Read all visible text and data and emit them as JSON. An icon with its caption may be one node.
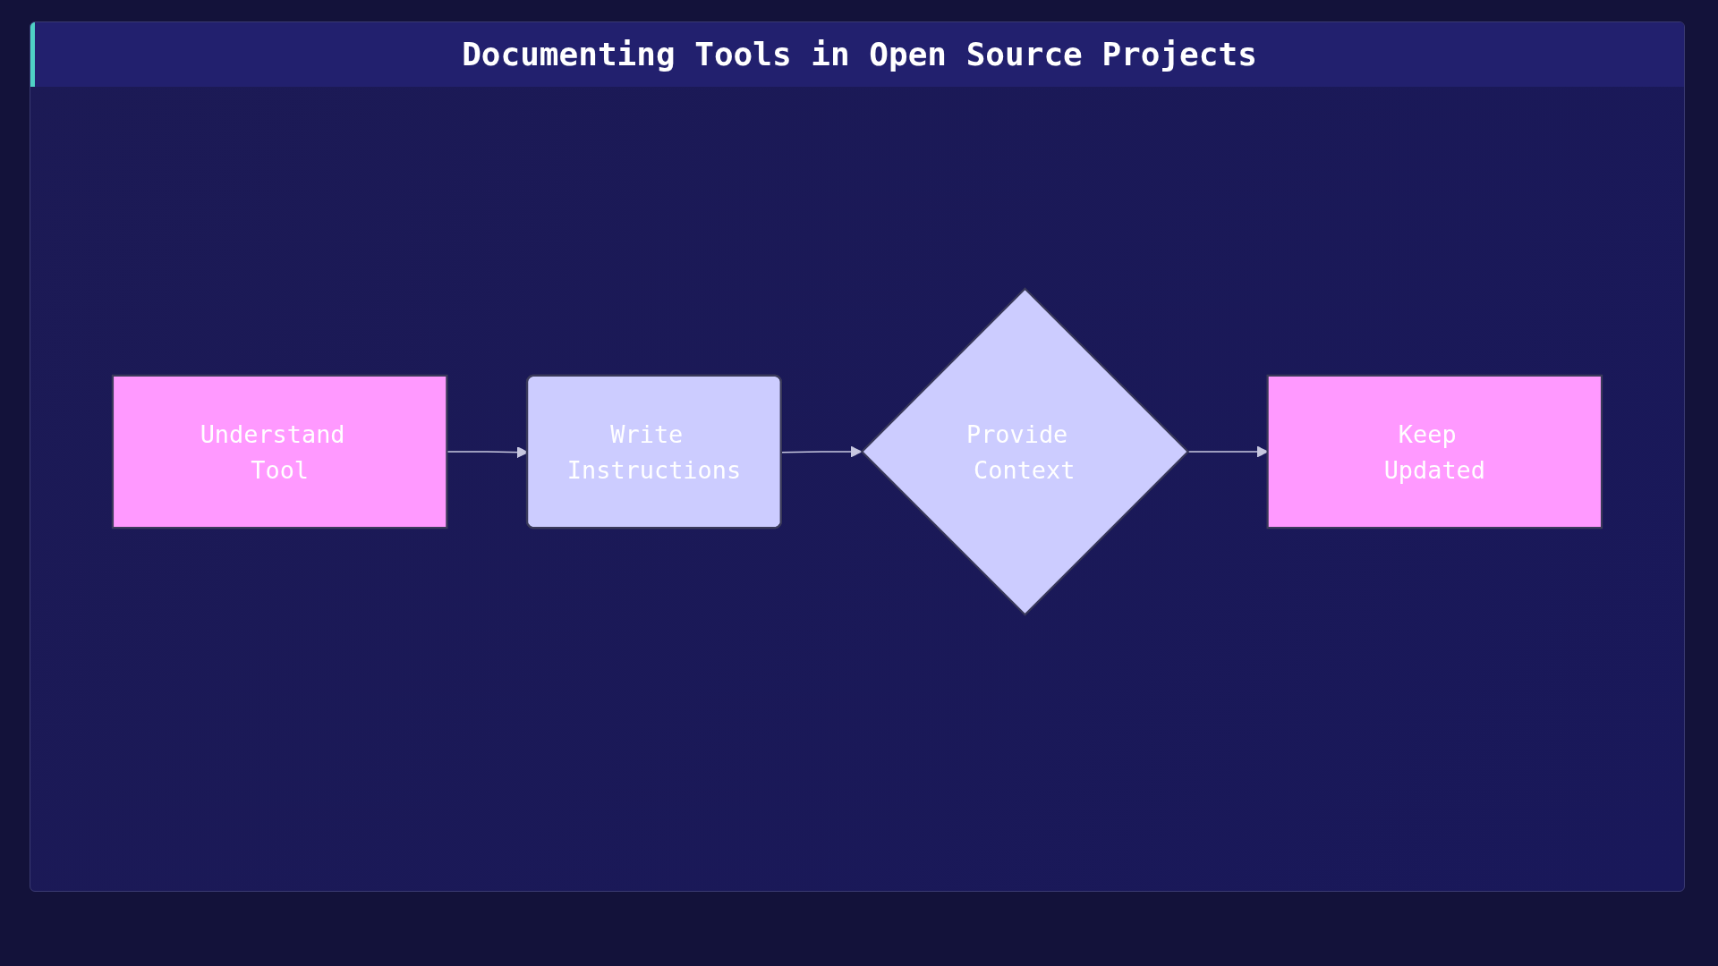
{
  "diagram": {
    "title": "Documenting Tools in Open Source Projects",
    "nodes": [
      {
        "text": [
          "Understand Tool"
        ]
      },
      {
        "text": [
          "Write Instructions"
        ]
      },
      {
        "text": [
          "Provide Context"
        ]
      },
      {
        "text": [
          "Keep Updated"
        ]
      }
    ],
    "edges": [
      {
        "from": 0,
        "to": 1,
        "arrow": "to"
      },
      {
        "from": 1,
        "to": 2,
        "arrow": "to"
      },
      {
        "from": 2,
        "to": 3,
        "arrow": "to"
      }
    ]
  }
}
